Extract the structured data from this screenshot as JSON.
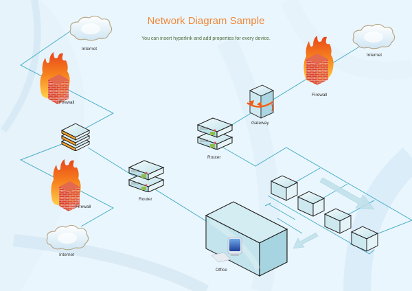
{
  "header": {
    "title": "Network Diagram Sample",
    "subtitle": "You can insert hyperlink and add properties for every device."
  },
  "colors": {
    "title": "#f0883a",
    "connector": "#4aaec8",
    "background": "#eaf6fd",
    "brick": "#d9412b",
    "flame": "#f47a20"
  },
  "devices": {
    "internet_top_left": {
      "label": "Internet",
      "icon": "cloud-icon"
    },
    "firewall_top_left": {
      "label": "Firewall",
      "icon": "firewall-icon"
    },
    "switch_stack": {
      "label": "",
      "icon": "switch-stack-icon"
    },
    "firewall_bottom_left": {
      "label": "Firewall",
      "icon": "firewall-icon"
    },
    "internet_bottom_left": {
      "label": "Internet",
      "icon": "cloud-icon"
    },
    "router_center": {
      "label": "Router",
      "icon": "router-icon"
    },
    "router_upper": {
      "label": "Router",
      "icon": "router-icon"
    },
    "gateway": {
      "label": "Gateway",
      "icon": "gateway-icon"
    },
    "firewall_right": {
      "label": "Firewall",
      "icon": "firewall-icon"
    },
    "internet_right": {
      "label": "Internet",
      "icon": "cloud-icon"
    },
    "office": {
      "label": "Office",
      "icon": "office-building-icon"
    },
    "workstations": [
      {
        "label": "",
        "icon": "box-icon"
      },
      {
        "label": "",
        "icon": "box-icon"
      },
      {
        "label": "",
        "icon": "box-icon"
      },
      {
        "label": "",
        "icon": "box-icon"
      }
    ]
  }
}
